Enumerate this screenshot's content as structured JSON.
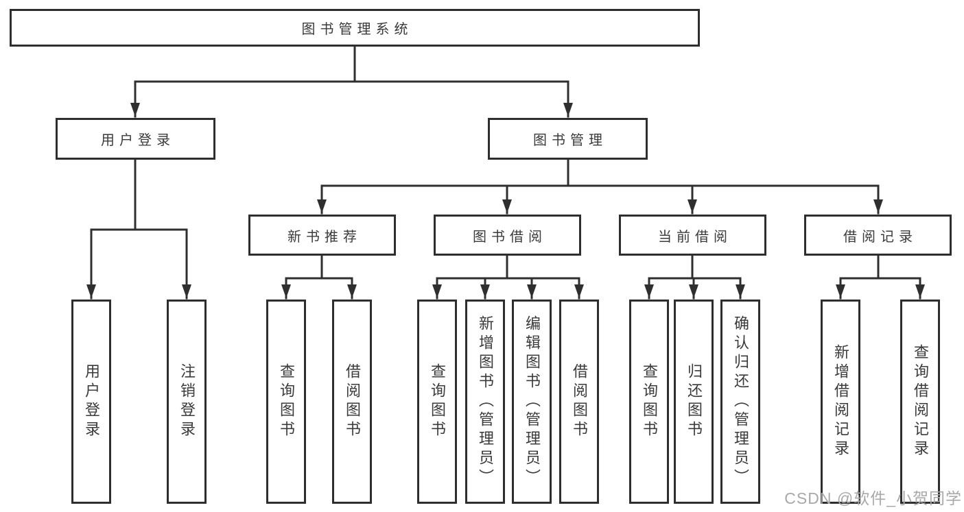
{
  "root": {
    "label": "图书管理系统"
  },
  "branches": {
    "login": {
      "label": "用户登录",
      "children": [
        "用户登录",
        "注销登录"
      ]
    },
    "management": {
      "label": "图书管理"
    }
  },
  "management_sections": [
    {
      "label": "新书推荐",
      "leaves": [
        "查询图书",
        "借阅图书"
      ]
    },
    {
      "label": "图书借阅",
      "leaves": [
        "查询图书",
        "新增图书（管理员）",
        "编辑图书（管理员）",
        "借阅图书"
      ]
    },
    {
      "label": "当前借阅",
      "leaves": [
        "查询图书",
        "归还图书",
        "确认归还（管理员）"
      ]
    },
    {
      "label": "借阅记录",
      "leaves": [
        "新增借阅记录",
        "查询借阅记录"
      ]
    }
  ],
  "watermark": "CSDN @软件_小贺同学",
  "colors": {
    "line": "#2f2f2f",
    "box_border": "#2e2e2e",
    "text": "#3a3a3a",
    "background": "#ffffff",
    "watermark": "#a8a8a8"
  }
}
